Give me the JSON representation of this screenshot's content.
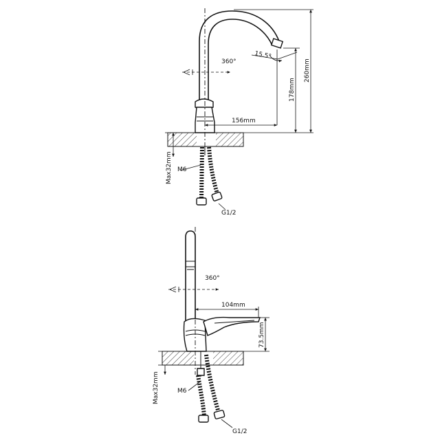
{
  "top_view": {
    "rotation": "360°",
    "angle": "15.5°",
    "reach": "156mm",
    "spout_height": "178mm",
    "total_height": "260mm",
    "max_thickness": "Max32mm",
    "stud": "M6",
    "thread": "G1/2"
  },
  "bottom_view": {
    "rotation": "360°",
    "lever_length": "104mm",
    "lever_height": "73.5mm",
    "max_thickness": "Max32mm",
    "stud": "M6",
    "thread": "G1/2"
  }
}
